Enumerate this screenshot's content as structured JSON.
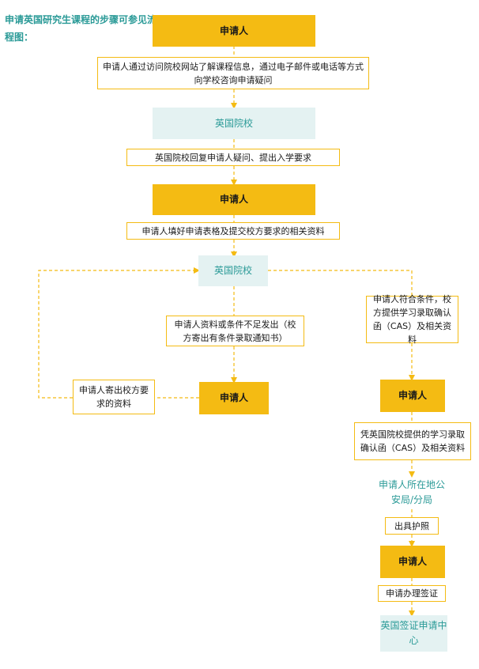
{
  "title": "申请英国研究生课程的步骤可参见流程图：",
  "colors": {
    "accent": "#f4bb13",
    "teal": "#2a9a97",
    "teal_bg": "#e4f2f2"
  },
  "nodes": {
    "applicant_1": "申请人",
    "step_inquiry": "申请人通过访问院校网站了解课程信息，通过电子邮件或电话等方式向学校咨询申请疑问",
    "uk_school_1": "英国院校",
    "step_reply": "英国院校回复申请人疑问、提出入学要求",
    "applicant_2": "申请人",
    "step_submit": "申请人填好申请表格及提交校方要求的相关资料",
    "uk_school_2": "英国院校",
    "step_conditional": "申请人资料或条件不足发出（校方寄出有条件录取通知书）",
    "applicant_3": "申请人",
    "step_send_docs": "申请人寄出校方要求的资料",
    "step_cas_issue": "申请人符合条件，校方提供学习录取确认函（CAS）及相关资料",
    "applicant_4": "申请人",
    "step_cas_use": "凭英国院校提供的学习录取确认函（CAS）及相关资料",
    "police_bureau": "申请人所在地公安局/分局",
    "step_passport": "出具护照",
    "applicant_5": "申请人",
    "step_visa": "申请办理签证",
    "visa_center": "英国签证申请中心"
  }
}
